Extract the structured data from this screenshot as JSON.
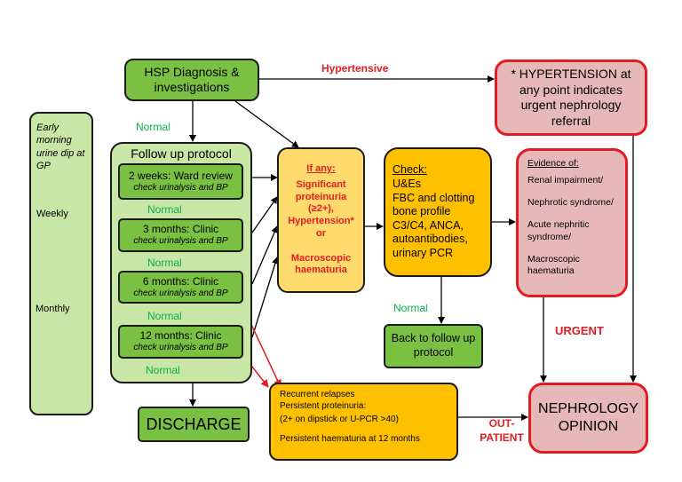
{
  "nodes": {
    "hsp_diagnosis": "HSP Diagnosis & investigations",
    "hypertension_box": "* HYPERTENSION at any point indicates urgent nephrology referral",
    "early_morning": "Early morning urine dip at GP",
    "weekly": "Weekly",
    "monthly": "Monthly",
    "follow_up_title": "Follow up protocol",
    "steps": [
      {
        "title": "2 weeks: Ward review",
        "sub": "check urinalysis and BP"
      },
      {
        "title": "3 months: Clinic",
        "sub": "check urinalysis and BP"
      },
      {
        "title": "6 months: Clinic",
        "sub": "check urinalysis and BP"
      },
      {
        "title": "12 months: Clinic",
        "sub": "check urinalysis and BP"
      }
    ],
    "discharge": "DISCHARGE",
    "if_any": {
      "heading": "If any:",
      "line1": "Significant proteinuria (≥2+),",
      "line2": "Hypertension* or",
      "line3": "Macroscopic haematuria"
    },
    "check": {
      "heading": "Check:",
      "items": [
        "U&Es",
        "FBC and clotting",
        "bone profile",
        "C3/C4, ANCA,",
        "autoantibodies,",
        "urinary PCR"
      ]
    },
    "back_to_follow": "Back to follow up protocol",
    "evidence": {
      "heading": "Evidence of:",
      "items": [
        "Renal impairment/",
        "Nephrotic syndrome/",
        "Acute nephritic syndrome/",
        "Macroscopic haematuria"
      ]
    },
    "recurrent": {
      "line1": "Recurrent relapses",
      "line2": "Persistent proteinuria:",
      "line3": "(2+ on dipstick or U-PCR >40)",
      "line4": "Persistent haematuria at 12 months"
    },
    "nephrology": "NEPHROLOGY OPINION"
  },
  "labels": {
    "hypertensive": "Hypertensive",
    "normal": "Normal",
    "urgent": "URGENT",
    "out_patient_1": "OUT-",
    "out_patient_2": "PATIENT"
  },
  "colors": {
    "green": "#7ac143",
    "light_green": "#c8e6a6",
    "orange": "#ffc000",
    "light_orange": "#ffdb6e",
    "pink": "#e6b8b7",
    "red": "#e31c23",
    "normal_text": "#0db04b"
  }
}
